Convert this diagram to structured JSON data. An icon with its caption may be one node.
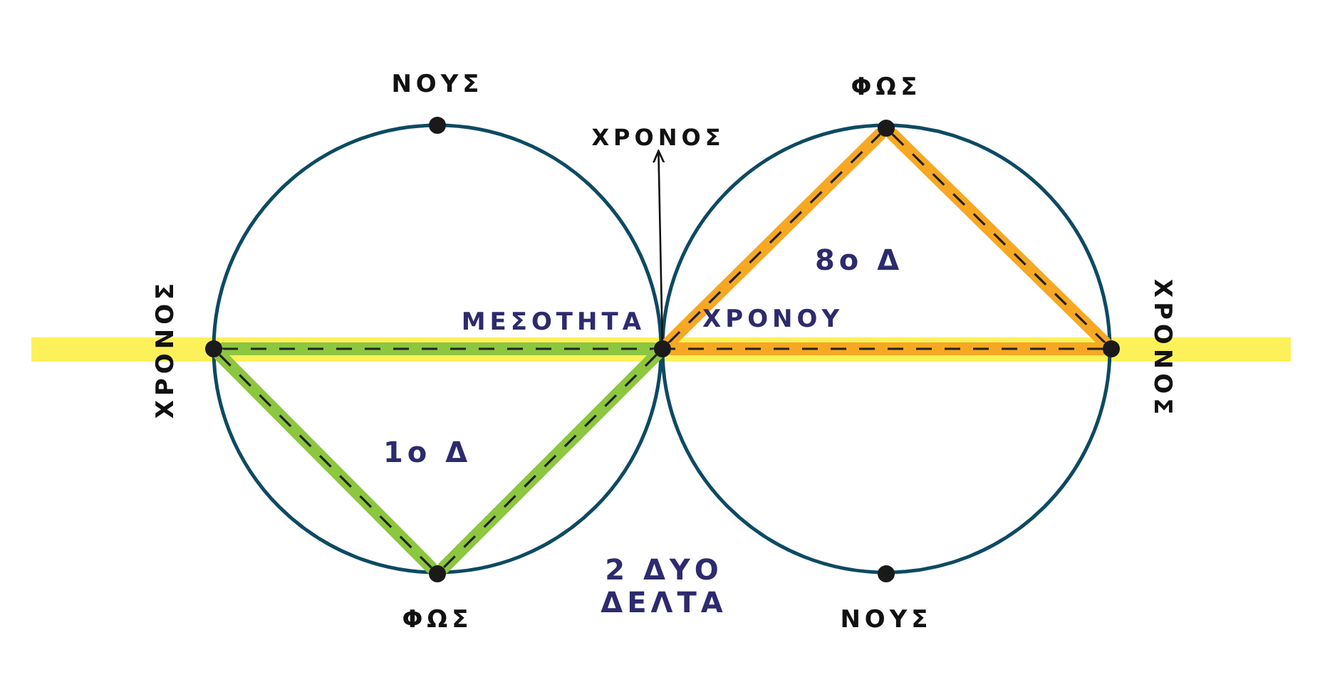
{
  "diagram": {
    "nodes": [
      {
        "text": [],
        "shape": "circle",
        "beside": [
          "ΝΟΥΣ"
        ]
      },
      {
        "text": [],
        "shape": "circle",
        "beside": [
          "ΦΩΣ"
        ]
      },
      {
        "text": [
          "ΧΡΟΝΟΣ"
        ]
      },
      {
        "text": [],
        "shape": "circle",
        "beside": [
          "ΧΡΟΝΟΣ"
        ]
      },
      {
        "text": [],
        "shape": "circle",
        "beside": [
          "ΜΕΣΟΤΗΤΑ",
          "ΧΡΟΝΟΥ"
        ]
      },
      {
        "text": [],
        "shape": "circle",
        "beside": [
          "ΧΡΟΝΟΣ"
        ]
      },
      {
        "text": [],
        "shape": "circle",
        "beside": [
          "ΦΩΣ"
        ]
      },
      {
        "text": [],
        "shape": "circle",
        "beside": [
          "ΝΟΥΣ"
        ]
      }
    ],
    "edges": [
      {
        "from": 4,
        "to": 2,
        "arrow": "to",
        "color": "#111111"
      },
      {
        "from": 4,
        "to": 1,
        "arrow": "none",
        "color": "#f7a823"
      },
      {
        "from": 1,
        "to": 5,
        "arrow": "none",
        "color": "#f7a823"
      },
      {
        "from": 5,
        "to": 4,
        "arrow": "none",
        "color": "#f7a823"
      },
      {
        "from": 3,
        "to": 4,
        "arrow": "none",
        "color": "#8dc63f"
      },
      {
        "from": 4,
        "to": 6,
        "arrow": "none",
        "color": "#8dc63f"
      },
      {
        "from": 6,
        "to": 3,
        "arrow": "none",
        "color": "#8dc63f"
      }
    ],
    "labels": [
      "8ο Δ",
      "1ο Δ",
      "2 ΔΥΟ ΔΕΛΤΑ"
    ]
  }
}
